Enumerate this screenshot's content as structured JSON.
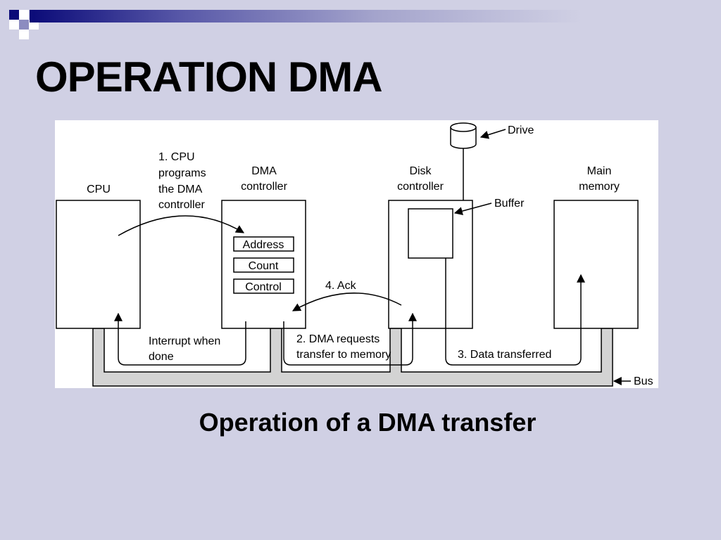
{
  "slide": {
    "title": "OPERATION DMA",
    "caption": "Operation of a DMA transfer"
  },
  "colors": {
    "background": "#d0d0e4",
    "accent_dark": "#0a0a78",
    "bus_fill": "#d3d3d3"
  },
  "diagram": {
    "components": {
      "cpu": "CPU",
      "dma_controller": [
        "DMA",
        "controller"
      ],
      "disk_controller": [
        "Disk",
        "controller"
      ],
      "main_memory": [
        "Main",
        "memory"
      ]
    },
    "registers": [
      "Address",
      "Count",
      "Control"
    ],
    "labels": {
      "drive": "Drive",
      "buffer": "Buffer",
      "bus": "Bus"
    },
    "steps": {
      "step1": [
        "1. CPU",
        "programs",
        "the DMA",
        "controller"
      ],
      "step2": [
        "2. DMA requests",
        "transfer to memory"
      ],
      "step3": "3. Data transferred",
      "step4": "4. Ack",
      "interrupt": [
        "Interrupt when",
        "done"
      ]
    }
  }
}
